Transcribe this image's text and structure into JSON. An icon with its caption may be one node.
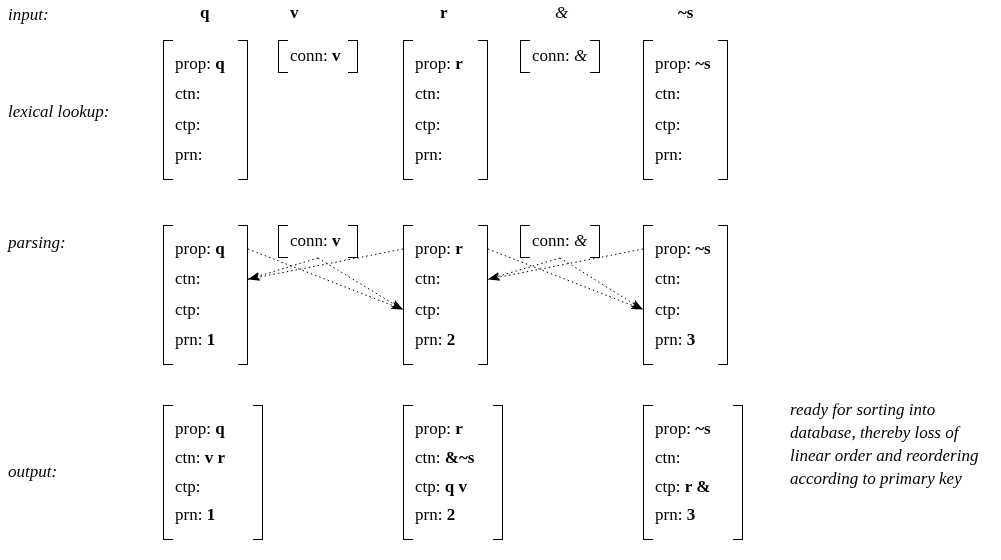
{
  "diagram": {
    "nodes": [
      {
        "text": [
          "prop: **q**",
          "ctn:",
          "ctp:",
          "prn:"
        ]
      },
      {
        "text": [
          "conn: **v**"
        ]
      },
      {
        "text": [
          "prop: **r**",
          "ctn:",
          "ctp:",
          "prn:"
        ]
      },
      {
        "text": [
          "conn: *&*"
        ]
      },
      {
        "text": [
          "prop: **~s**",
          "ctn:",
          "ctp:",
          "prn:"
        ]
      },
      {
        "text": [
          "prop: **q**",
          "ctn:",
          "ctp:",
          "prn: **1**"
        ]
      },
      {
        "text": [
          "conn: **v**"
        ]
      },
      {
        "text": [
          "prop: **r**",
          "ctn:",
          "ctp:",
          "prn: **2**"
        ]
      },
      {
        "text": [
          "conn: *&*"
        ]
      },
      {
        "text": [
          "prop: **~s**",
          "ctn:",
          "ctp:",
          "prn: **3**"
        ]
      },
      {
        "text": [
          "prop: **q**",
          "ctn: **v r**",
          "ctp:",
          "prn: **1**"
        ]
      },
      {
        "text": [
          "prop: **r**",
          "ctn: **&~s**",
          "ctp: **q v**",
          "prn: **2**"
        ]
      },
      {
        "text": [
          "prop: **~s**",
          "ctn:",
          "ctp: **r &**",
          "prn: **3**"
        ]
      }
    ],
    "edges": [
      {
        "from": 6,
        "to": 5,
        "arrow": "to",
        "style": "dashed"
      },
      {
        "from": 7,
        "to": 5,
        "arrow": "to",
        "style": "dashed"
      },
      {
        "from": 5,
        "to": 7,
        "arrow": "to",
        "style": "dashed"
      },
      {
        "from": 6,
        "to": 7,
        "arrow": "to",
        "style": "dashed"
      },
      {
        "from": 8,
        "to": 7,
        "arrow": "to",
        "style": "dashed"
      },
      {
        "from": 9,
        "to": 7,
        "arrow": "to",
        "style": "dashed"
      },
      {
        "from": 7,
        "to": 9,
        "arrow": "to",
        "style": "dashed"
      },
      {
        "from": 8,
        "to": 9,
        "arrow": "to",
        "style": "dashed"
      }
    ],
    "labels": [
      "input:",
      "q",
      "v",
      "r",
      "&",
      "~s",
      "lexical lookup:",
      "parsing:",
      "output:",
      "ready for sorting into database, thereby loss of linear order and reordering according to primary key"
    ]
  }
}
